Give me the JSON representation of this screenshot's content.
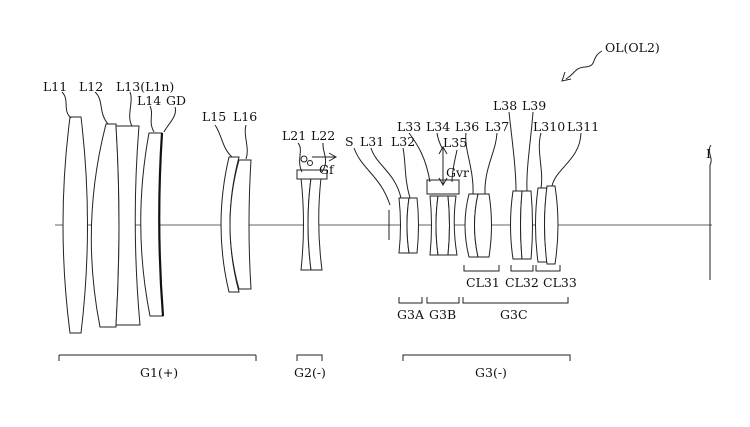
{
  "labels": {
    "ol": "OL(OL2)",
    "image": "I",
    "stop": "S",
    "g1": {
      "l11": "L11",
      "l12": "L12",
      "l13": "L13(L1n)",
      "l14": "L14",
      "gd": "GD",
      "l15": "L15",
      "l16": "L16"
    },
    "g2": {
      "l21": "L21",
      "l22": "L22",
      "gf": "Gf"
    },
    "g3": {
      "l31": "L31",
      "l32": "L32",
      "l33": "L33",
      "l34": "L34",
      "l35": "L35",
      "gvr": "Gvr",
      "l36": "L36",
      "l37": "L37",
      "l38": "L38",
      "l39": "L39",
      "l310": "L310",
      "l311": "L311"
    }
  },
  "groups": {
    "g1": "G1(+)",
    "g2": "G2(-)",
    "g3": "G3(-)",
    "g3a": "G3A",
    "g3b": "G3B",
    "g3c": "G3C",
    "cl31": "CL31",
    "cl32": "CL32",
    "cl33": "CL33"
  }
}
